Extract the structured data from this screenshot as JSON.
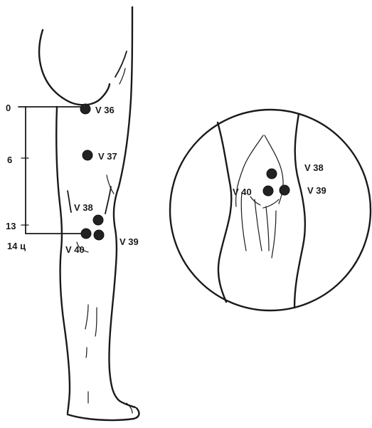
{
  "scale": {
    "ticks": [
      {
        "id": "t0",
        "label": "0"
      },
      {
        "id": "t6",
        "label": "6"
      },
      {
        "id": "t13",
        "label": "13"
      },
      {
        "id": "t14",
        "label": "14 ц"
      }
    ]
  },
  "leg_points": [
    {
      "id": "v36",
      "label": "V 36"
    },
    {
      "id": "v37",
      "label": "V 37"
    },
    {
      "id": "v38",
      "label": "V 38"
    },
    {
      "id": "v40",
      "label": "V 40"
    },
    {
      "id": "v39",
      "label": "V 39"
    }
  ],
  "detail_points": [
    {
      "id": "d38",
      "label": "V 38"
    },
    {
      "id": "d40",
      "label": "V 40"
    },
    {
      "id": "d39",
      "label": "V 39"
    }
  ],
  "colors": {
    "ink": "#1a1a1a",
    "background": "#ffffff"
  }
}
